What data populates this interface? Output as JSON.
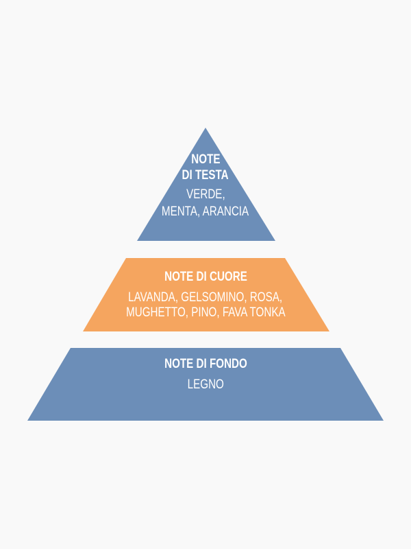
{
  "colors": {
    "background": "#f9f9f9",
    "top_tier": "#6c8eb8",
    "middle_tier": "#f5a55f",
    "bottom_tier": "#6c8eb8",
    "text": "#ffffff"
  },
  "tiers": {
    "top": {
      "title_line1": "NOTE",
      "title_line2": "DI TESTA",
      "line1": "VERDE,",
      "line2": "MENTA, ARANCIA"
    },
    "middle": {
      "title": "NOTE DI CUORE",
      "line1": "LAVANDA, GELSOMINO, ROSA,",
      "line2": "MUGHETTO, PINO, FAVA TONKA"
    },
    "bottom": {
      "title": "NOTE DI FONDO",
      "line1": "LEGNO"
    }
  }
}
